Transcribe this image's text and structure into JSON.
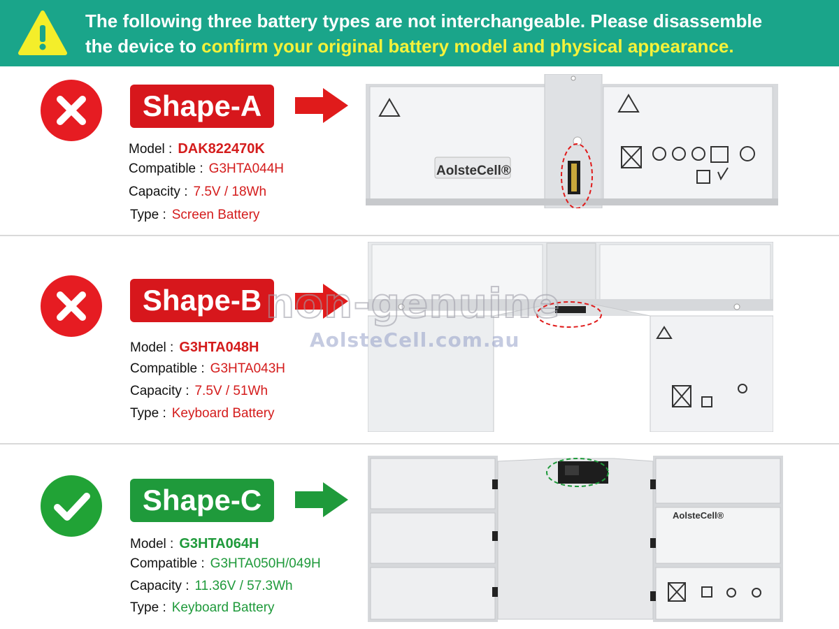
{
  "banner": {
    "line1": "The following three battery types are not interchangeable. Please disassemble",
    "line2_prefix": "the device to ",
    "line2_highlight": "confirm your original battery model and physical appearance."
  },
  "shapes": [
    {
      "tag": "Shape-A",
      "status": "not-compatible",
      "model_label": "Model :",
      "model": "DAK822470K",
      "compatible_label": "Compatible :",
      "compatible": "G3HTA044H",
      "capacity_label": "Capacity :",
      "capacity": "7.5V / 18Wh",
      "type_label": "Type :",
      "type": "Screen Battery",
      "brand": "AolsteCell®"
    },
    {
      "tag": "Shape-B",
      "status": "not-compatible",
      "model_label": "Model :",
      "model": "G3HTA048H",
      "compatible_label": "Compatible :",
      "compatible": "G3HTA043H",
      "capacity_label": "Capacity :",
      "capacity": "7.5V / 51Wh",
      "type_label": "Type :",
      "type": "Keyboard Battery"
    },
    {
      "tag": "Shape-C",
      "status": "compatible",
      "model_label": "Model :",
      "model": "G3HTA064H",
      "compatible_label": "Compatible :",
      "compatible": "G3HTA050H/049H",
      "capacity_label": "Capacity :",
      "capacity": "11.36V / 57.3Wh",
      "type_label": "Type :",
      "type": "Keyboard Battery",
      "brand": "AolsteCell®"
    }
  ],
  "watermark": {
    "line1": "non-genuine",
    "line2": "AolsteCell.com.au"
  },
  "colors": {
    "banner": "#1aa58a",
    "highlight": "#f4f23a",
    "bad": "#e61c22",
    "good": "#21a336"
  },
  "icons": [
    "warning-icon",
    "cross-icon",
    "check-icon",
    "arrow-right-icon"
  ]
}
